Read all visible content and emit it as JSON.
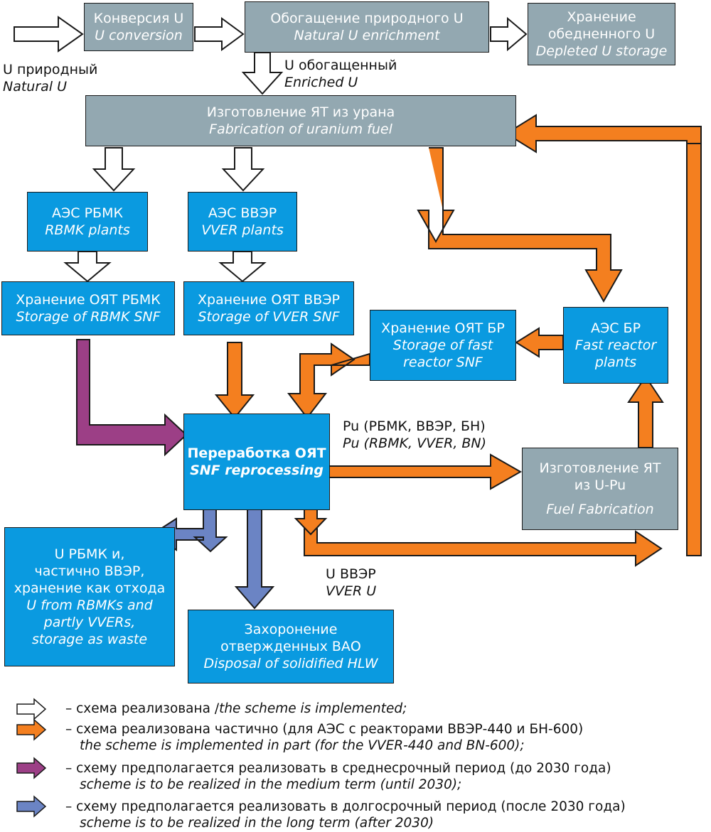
{
  "boxes": {
    "conversion": {
      "ru": "Конверсия U",
      "en": "U conversion"
    },
    "enrichment": {
      "ru": "Обогащение природного U",
      "en": "Natural U enrichment"
    },
    "depleted": {
      "ru": "Хранение\nобедненного U",
      "en": "Depleted U storage"
    },
    "fabrication_u": {
      "ru": "Изготовление ЯТ из урана",
      "en": "Fabrication of uranium fuel"
    },
    "rbmk_plants": {
      "ru": "АЭС РБМК",
      "en": "RBMK plants"
    },
    "vver_plants": {
      "ru": "АЭС ВВЭР",
      "en": "VVER plants"
    },
    "storage_rbmk": {
      "ru": "Хранение ОЯТ РБМК",
      "en": "Storage of RBMK SNF"
    },
    "storage_vver": {
      "ru": "Хранение ОЯТ ВВЭР",
      "en": "Storage of VVER SNF"
    },
    "storage_fr": {
      "ru": "Хранение ОЯТ БР",
      "en": "Storage of fast\nreactor SNF"
    },
    "fr_plants": {
      "ru": "АЭС БР",
      "en": "Fast reactor\nplants"
    },
    "reprocessing": {
      "ru": "Переработка ОЯТ",
      "en": "SNF reprocessing"
    },
    "fabrication_upu": {
      "ru": "Изготовление ЯТ\nиз U-Pu",
      "en": "Fuel Fabrication"
    },
    "u_waste": {
      "ru": "U РБМК и,\nчастично ВВЭР,\nхранение как отхода",
      "en": "U from RBMKs and\npartly VVERs,\nstorage as waste"
    },
    "hlw": {
      "ru": "Захоронение\nотвержденных ВАО",
      "en": "Disposal of solidified HLW"
    }
  },
  "labels": {
    "natural_u": {
      "ru": "U природный",
      "en": "Natural U"
    },
    "enriched_u": {
      "ru": "U обогащенный",
      "en": "Enriched U"
    },
    "pu": {
      "ru": "Pu (РБМК, ВВЭР, БН)",
      "en": "Pu (RBMK, VVER, BN)"
    },
    "vver_u": {
      "ru": "U ВВЭР",
      "en": "VVER U"
    }
  },
  "legend": [
    {
      "ru": "– схема реализована /",
      "en": "the scheme is implemented;"
    },
    {
      "ru": "– схема  реализована  частично  (для АЭС с реакторами ВВЭР-440 и БН-600)",
      "en": "the scheme is implemented in part (for the VVER-440 and BN-600);"
    },
    {
      "ru": "– схему предполагается реализовать в среднесрочный период (до 2030 года)",
      "en": "scheme is to be realized in the medium term (until 2030);"
    },
    {
      "ru": "– схему предполагается реализовать в долгосрочный период (после 2030 года)",
      "en": "scheme is to be realized in the long term (after 2030)"
    }
  ],
  "colors": {
    "gray_box": "#93a8b1",
    "blue_box": "#0a9ae0",
    "implemented": "#ffffff",
    "partial": "#f47f1f",
    "medium_term": "#9c3f86",
    "long_term": "#6b84c4"
  }
}
